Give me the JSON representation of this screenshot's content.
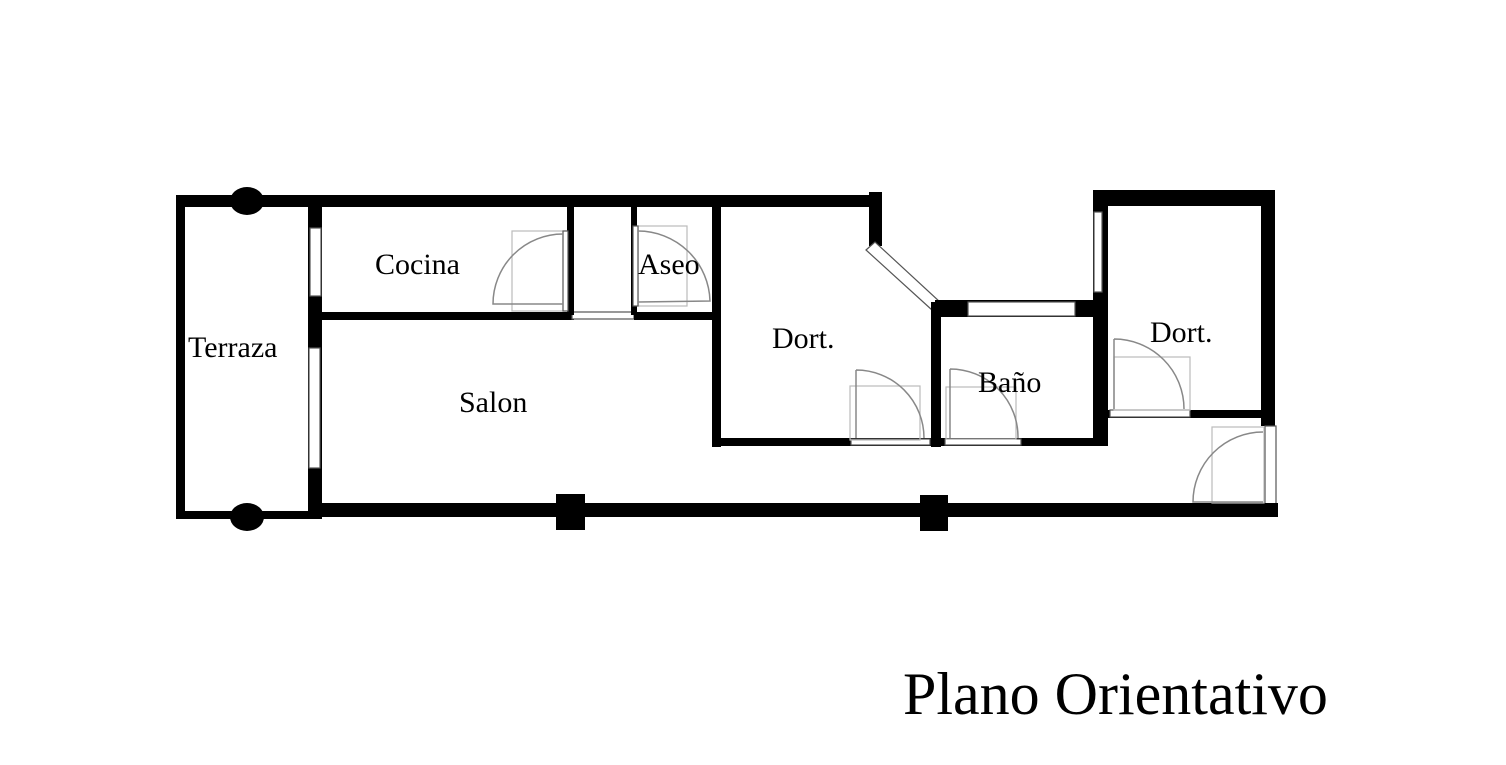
{
  "plan": {
    "rooms": {
      "terraza": "Terraza",
      "cocina": "Cocina",
      "aseo": "Aseo",
      "salon": "Salon",
      "dormitorio_1": "Dort.",
      "bano": "Baño",
      "dormitorio_2": "Dort."
    },
    "title": "Plano Orientativo"
  },
  "colors": {
    "wall": "#000000",
    "background": "#ffffff"
  }
}
